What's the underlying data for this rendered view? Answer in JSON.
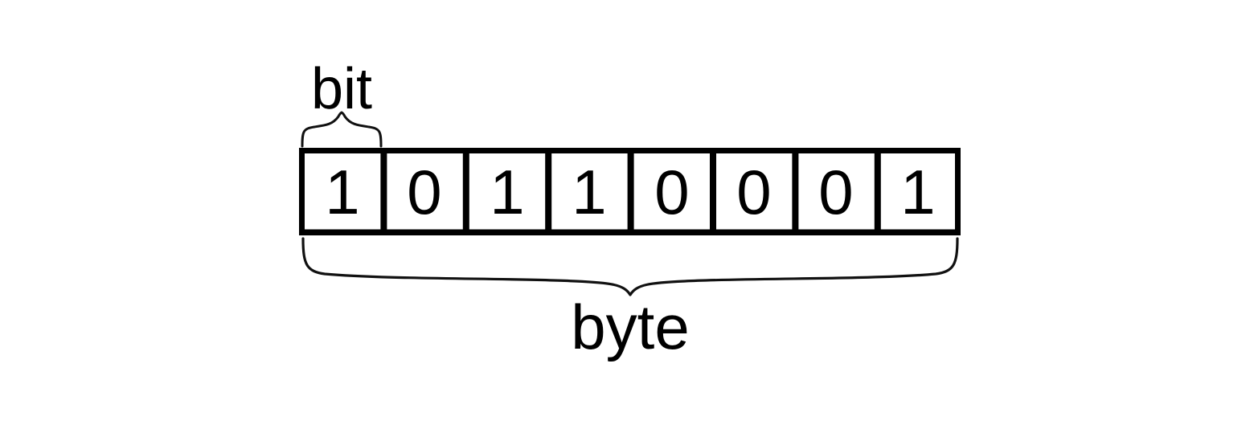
{
  "figure": {
    "title": "bit and byte diagram",
    "background_color": "#ffffff",
    "stroke_color": "#000000",
    "text_color": "#000000"
  },
  "byte_row": {
    "name": "byte",
    "bit_count": 8,
    "bits": [
      "1",
      "0",
      "1",
      "1",
      "0",
      "0",
      "0",
      "1"
    ],
    "binary_string": "10110001"
  },
  "labels": {
    "bit": "bit",
    "byte": "byte"
  },
  "braces": {
    "bit_brace": {
      "label": "bit",
      "spans_cells": 1,
      "covers_bit_index": 1
    },
    "byte_brace": {
      "label": "byte",
      "spans_cells": 8,
      "covers_bit_index": "1-8"
    }
  }
}
